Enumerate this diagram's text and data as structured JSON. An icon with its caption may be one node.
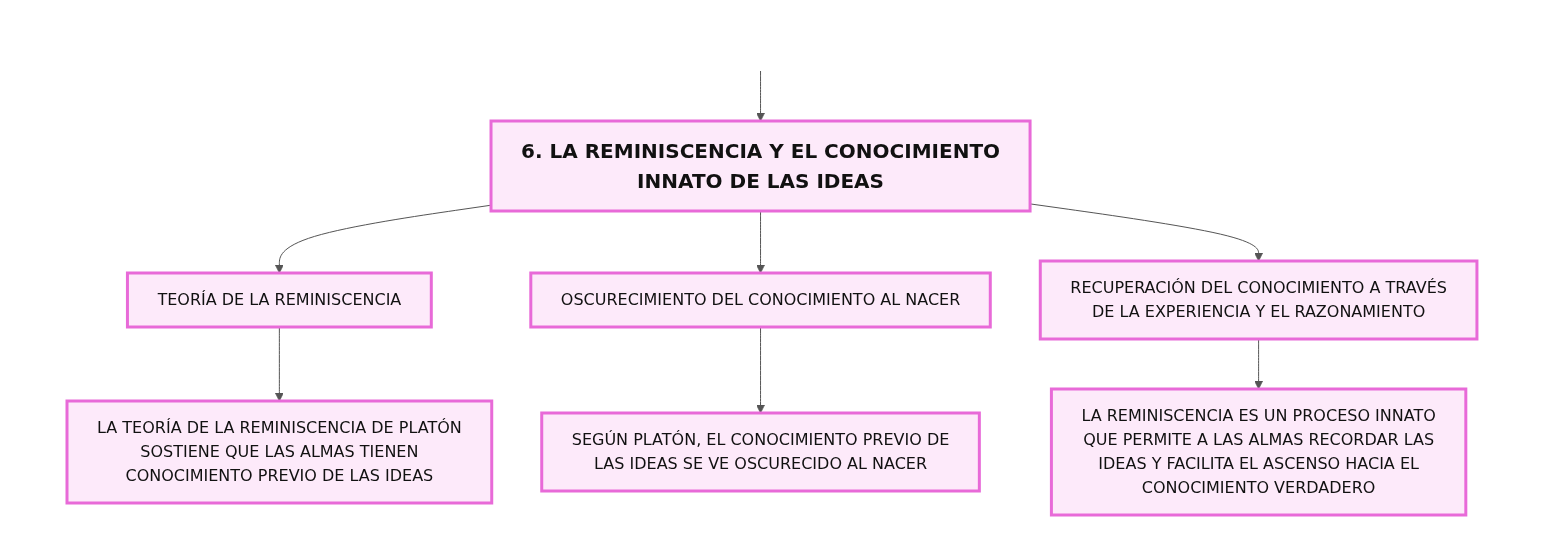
{
  "diagram": {
    "nodes": [
      {
        "text": [
          "6. LA REMINISCENCIA Y EL CONOCIMIENTO INNATO DE LAS IDEAS"
        ]
      },
      {
        "text": [
          "TEORÍA DE LA REMINISCENCIA"
        ]
      },
      {
        "text": [
          "OSCURECIMIENTO DEL CONOCIMIENTO AL NACER"
        ]
      },
      {
        "text": [
          "RECUPERACIÓN DEL CONOCIMIENTO A TRAVÉS DE LA EXPERIENCIA Y EL RAZONAMIENTO"
        ]
      },
      {
        "text": [
          "LA TEORÍA DE LA REMINISCENCIA DE PLATÓN SOSTIENE QUE LAS ALMAS TIENEN CONOCIMIENTO PREVIO DE LAS IDEAS"
        ]
      },
      {
        "text": [
          "SEGÚN PLATÓN, EL CONOCIMIENTO PREVIO DE LAS IDEAS SE VE OSCURECIDO AL NACER"
        ]
      },
      {
        "text": [
          "LA REMINISCENCIA ES UN PROCESO INNATO QUE PERMITE A LAS ALMAS RECORDAR LAS IDEAS Y FACILITA EL ASCENSO HACIA EL CONOCIMIENTO VERDADERO"
        ]
      }
    ],
    "edges": [
      {
        "from": null,
        "to": 0,
        "arrow": "to"
      },
      {
        "from": 0,
        "to": 1,
        "arrow": "to"
      },
      {
        "from": 0,
        "to": 2,
        "arrow": "to"
      },
      {
        "from": 0,
        "to": 3,
        "arrow": "to"
      },
      {
        "from": 1,
        "to": 4,
        "arrow": "to"
      },
      {
        "from": 2,
        "to": 5,
        "arrow": "to"
      },
      {
        "from": 3,
        "to": 6,
        "arrow": "to"
      }
    ]
  }
}
